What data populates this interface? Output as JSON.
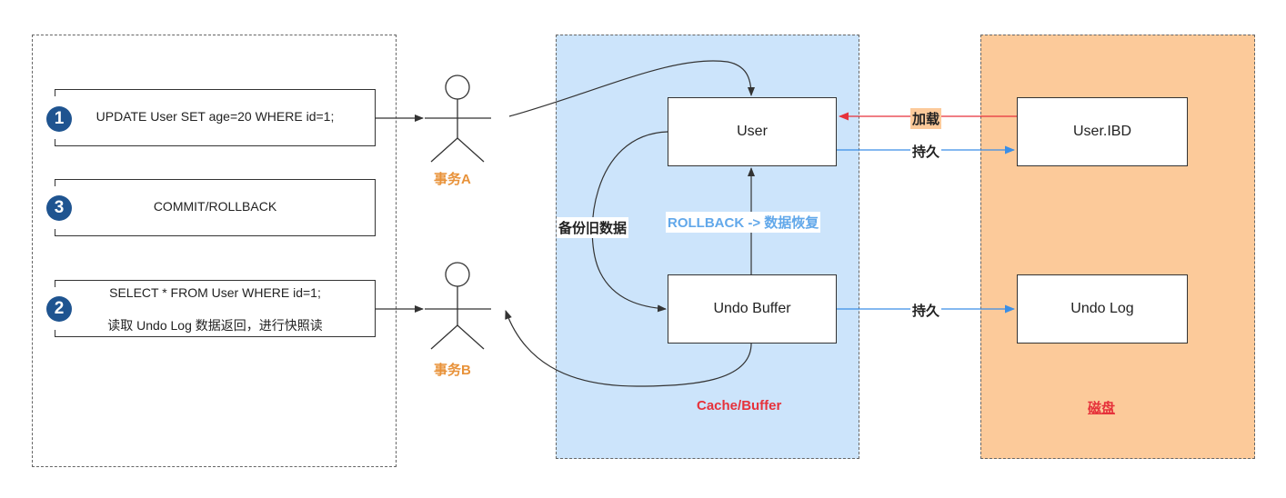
{
  "left_panel": {
    "steps": [
      {
        "number": "1",
        "lines": [
          "UPDATE User  SET  age=20  WHERE id=1;"
        ]
      },
      {
        "number": "3",
        "lines": [
          "COMMIT/ROLLBACK"
        ]
      },
      {
        "number": "2",
        "lines": [
          "SELECT * FROM User  WHERE id=1;",
          "读取 Undo Log 数据返回，进行快照读"
        ]
      }
    ]
  },
  "actors": {
    "a_label": "事务A",
    "b_label": "事务B"
  },
  "cache_panel": {
    "title": "Cache/Buffer",
    "user_box": "User",
    "undo_buffer_box": "Undo Buffer",
    "backup_label": "备份旧数据",
    "rollback_label": "ROLLBACK -> 数据恢复"
  },
  "disk_panel": {
    "title": "磁盘",
    "user_ibd_box": "User.IBD",
    "undo_log_box": "Undo Log"
  },
  "arrows": {
    "load_label": "加载",
    "persist_label_1": "持久",
    "persist_label_2": "持久"
  },
  "colors": {
    "cache_bg": "#cce4fb",
    "disk_bg": "#fcca9a",
    "badge": "#1f5490",
    "actor_label": "#e8923a",
    "red": "#e6323b",
    "blue": "#3a8ee6",
    "rollback_text": "#62a8ea"
  }
}
